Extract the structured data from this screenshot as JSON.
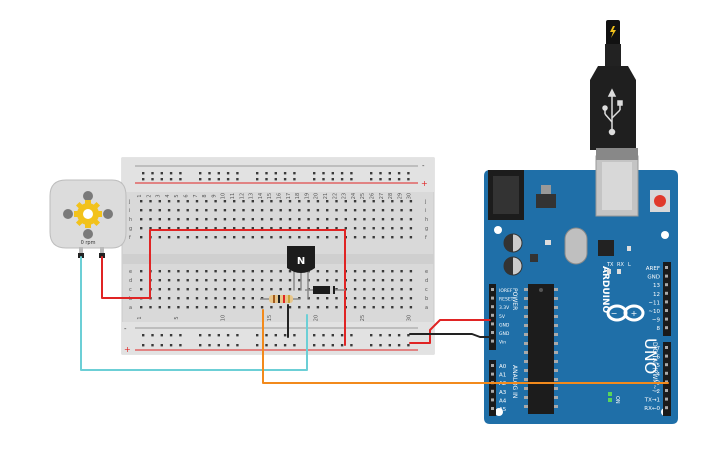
{
  "motor": {
    "speed_label": "0 rpm"
  },
  "transistor": {
    "label": "N"
  },
  "breadboard": {
    "col_top": [
      "1",
      "2",
      "3",
      "4",
      "5",
      "6",
      "7",
      "8",
      "9",
      "10",
      "11",
      "12",
      "13",
      "14",
      "15",
      "16",
      "17",
      "18",
      "19",
      "20",
      "21",
      "22",
      "23",
      "24",
      "25",
      "26",
      "27",
      "28",
      "29",
      "30"
    ],
    "col_bottom": [
      "1",
      "",
      "",
      "",
      "5",
      "",
      "",
      "",
      "",
      "10",
      "",
      "",
      "",
      "",
      "15",
      "",
      "",
      "",
      "",
      "20",
      "",
      "",
      "",
      "",
      "25",
      "",
      "",
      "",
      "",
      "30"
    ],
    "rows_top": [
      "j",
      "i",
      "h",
      "g",
      "f"
    ],
    "rows_bottom": [
      "e",
      "d",
      "c",
      "b",
      "a"
    ],
    "rail_plus": "+",
    "rail_minus": "-"
  },
  "arduino": {
    "brand": "ARDUINO",
    "model": "UNO",
    "power_header_title": "POWER",
    "analog_header_title": "ANALOG IN",
    "digital_header_title": "DIGITAL (PWM~)",
    "power_pins": [
      "IOREF",
      "RESET",
      "3.3V",
      "5V",
      "GND",
      "GND",
      "Vin"
    ],
    "analog_pins": [
      "A0",
      "A1",
      "A2",
      "A3",
      "A4",
      "A5"
    ],
    "digital_top": [
      "AREF",
      "GND",
      "13",
      "12",
      "~11",
      "~10",
      "~9",
      "8"
    ],
    "digital_bottom": [
      "7",
      "~6",
      "~5",
      "4",
      "~3",
      "2",
      "TX→1",
      "RX←0"
    ],
    "led_labels": [
      "TX",
      "RX",
      "L"
    ],
    "on_label": "ON"
  },
  "usb": {
    "bolt_icon": "lightning-bolt"
  },
  "colors": {
    "board_blue": "#1f6fa8",
    "breadboard": "#d9d9d9",
    "wire_red": "#e02424",
    "wire_black": "#222222",
    "wire_teal": "#6ccfd6",
    "wire_orange": "#f28a1c"
  }
}
